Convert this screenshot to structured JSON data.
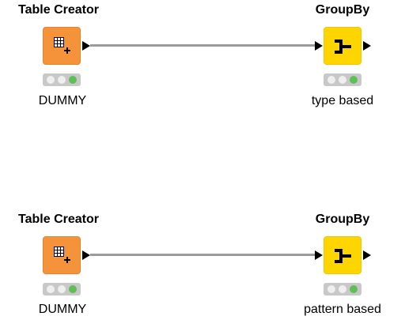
{
  "workflow": {
    "rows": [
      {
        "source": {
          "title": "Table Creator",
          "label": "DUMMY",
          "icon": "table-creator-icon",
          "status": "executed"
        },
        "target": {
          "title": "GroupBy",
          "label": "type based",
          "icon": "groupby-icon",
          "status": "executed"
        }
      },
      {
        "source": {
          "title": "Table Creator",
          "label": "DUMMY",
          "icon": "table-creator-icon",
          "status": "executed"
        },
        "target": {
          "title": "GroupBy",
          "label": "pattern based",
          "icon": "groupby-icon",
          "status": "executed"
        }
      }
    ]
  },
  "colors": {
    "source_node": "#f5933b",
    "target_node": "#ffd500",
    "connection": "#9b9b9b",
    "status_green": "#5fbf55"
  }
}
